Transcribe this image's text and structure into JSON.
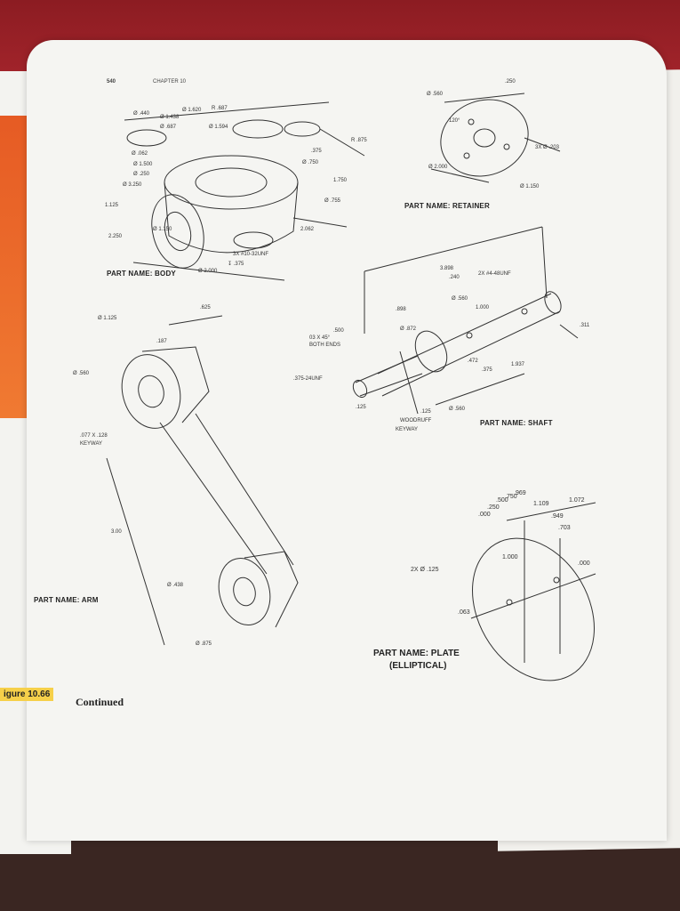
{
  "header": {
    "page_number": "540",
    "chapter": "CHAPTER 10"
  },
  "parts": {
    "body": {
      "name": "PART NAME: BODY",
      "dims": [
        "Ø .440",
        "Ø 1.438",
        "Ø 1.620",
        "R .687",
        "Ø .062",
        "Ø 1.594",
        "Ø .687",
        "Ø 1.500",
        "Ø .250",
        "R .875",
        "1.125",
        "2.250",
        "Ø .750",
        ".375",
        "1.750",
        "Ø .755",
        "2.062",
        "3X #10-32UNF",
        "↧ .375",
        "Ø 2.000",
        "Ø 1.150",
        "Ø 3.250"
      ]
    },
    "retainer": {
      "name": "PART NAME: RETAINER",
      "dims": [
        "Ø .560",
        ".250",
        "120°",
        "3X Ø .203",
        "Ø 2.000",
        "Ø 1.150"
      ]
    },
    "shaft": {
      "name": "PART NAME: SHAFT",
      "dims": [
        "3.898",
        ".240",
        "2X #4-48UNF",
        ".898",
        "Ø .560",
        "1.000",
        "Ø .872",
        ".500",
        "03 X 45°",
        "BOTH ENDS",
        ".472",
        ".311",
        ".375",
        "1.937",
        ".375-24UNF",
        ".125",
        ".125",
        "WOODRUFF",
        "KEYWAY",
        "Ø .560"
      ]
    },
    "arm": {
      "name": "PART NAME: ARM",
      "dims": [
        "Ø 1.125",
        ".187",
        ".625",
        "Ø .560",
        ".077 X .128",
        "KEYWAY",
        "3.00",
        "Ø .438",
        "Ø .875"
      ]
    },
    "plate": {
      "name_line1": "PART NAME: PLATE",
      "name_line2": "(ELLIPTICAL)",
      "dims": [
        ".000",
        ".250",
        ".500",
        ".750",
        ".969",
        "1.109",
        "1.072",
        ".949",
        ".703",
        "2X Ø .125",
        "1.000",
        ".000",
        ".063"
      ]
    }
  },
  "figure": {
    "label": "igure 10.66",
    "continued": "Continued"
  }
}
